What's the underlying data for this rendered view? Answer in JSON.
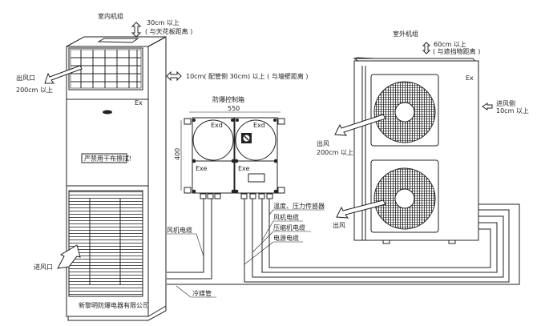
{
  "indoor": {
    "title": "室内机组",
    "top_clearance": "30cm 以上",
    "top_clearance_note": "( 与天花板距离 )",
    "side_clearance": "10cm( 配管侧 30cm) 以上 ( 与墙壁距离 )",
    "outlet_label": "出风口",
    "outlet_clearance": "200cm 以上",
    "ex_mark": "Ex",
    "warning_label": "严禁用干布擦拭!",
    "inlet_label": "进风口",
    "brand": "新黎明防爆电器有限公司"
  },
  "control_box": {
    "title": "防爆控制箱",
    "width_dim": "550",
    "height_dim": "400",
    "exd_left": "Exd",
    "exd_right": "Exd",
    "exe_left": "Exe",
    "exe_right": "Exe"
  },
  "cables": {
    "fan_cable_left": "风机电缆",
    "sensor": "温度、压力传感器",
    "fan_cable": "风机电缆",
    "compressor_cable": "压缩机电缆",
    "power_cable": "电源电缆",
    "refrigerant_pipe": "冷媒管"
  },
  "outdoor": {
    "title": "室外机组",
    "top_clearance": "60cm 以上",
    "top_clearance_note": "( 与遮挡物距离 )",
    "ex_mark": "Ex",
    "inlet_side": "进风侧",
    "inlet_clearance": "10cm 以上",
    "outlet_upper": "出风",
    "outlet_upper_clearance": "200cm 以上",
    "outlet_lower": "出风"
  }
}
